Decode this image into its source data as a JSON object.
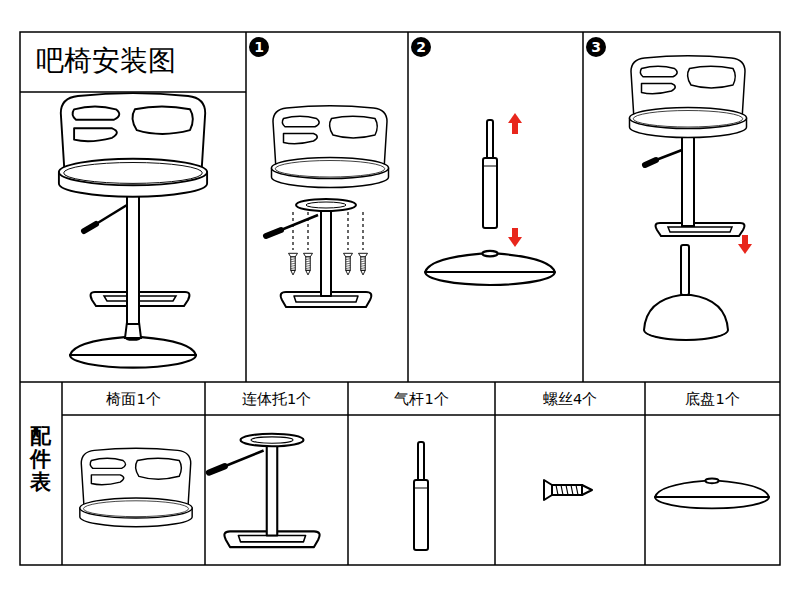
{
  "diagram": {
    "title": "吧椅安装图",
    "labels": [
      "1",
      "2",
      "3",
      "配件表",
      "椅面1个",
      "连体托1个",
      "气杆1个",
      "螺丝4个",
      "底盘1个"
    ]
  }
}
